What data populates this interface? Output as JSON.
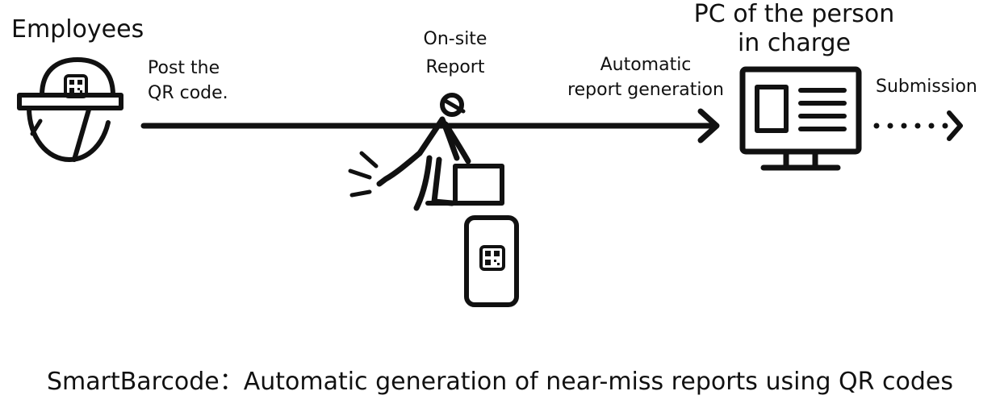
{
  "labels": {
    "employees": "Employees",
    "post_qr_line1": "Post the",
    "post_qr_line2": "QR code.",
    "onsite_line1": "On-site",
    "onsite_line2": "Report",
    "auto_line1": "Automatic",
    "auto_line2": "report generation",
    "pc_line1": "PC of the person",
    "pc_line2": "in charge",
    "submission": "Submission"
  },
  "caption": "SmartBarcode：Automatic generation of near-miss reports using QR codes",
  "icons": {
    "employee": "hard-hat-with-qr-icon",
    "worker": "tripping-worker-icon",
    "phone": "smartphone-qr-icon",
    "computer": "desktop-monitor-icon"
  },
  "colors": {
    "stroke": "#111111",
    "background": "#ffffff"
  }
}
